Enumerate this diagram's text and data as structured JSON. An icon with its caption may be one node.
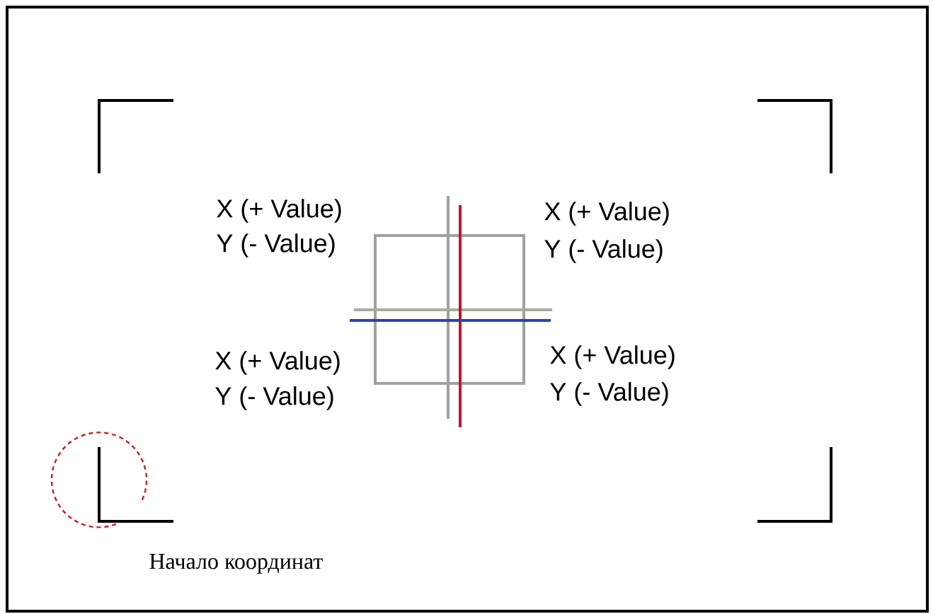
{
  "diagram": {
    "labels": [
      "X (+ Value)",
      "Y (- Value)",
      "X (+ Value)",
      "Y (- Value)",
      "X (+ Value)",
      "Y (- Value)",
      "X (+ Value)",
      "Y (- Value)",
      "Начало координат"
    ]
  }
}
